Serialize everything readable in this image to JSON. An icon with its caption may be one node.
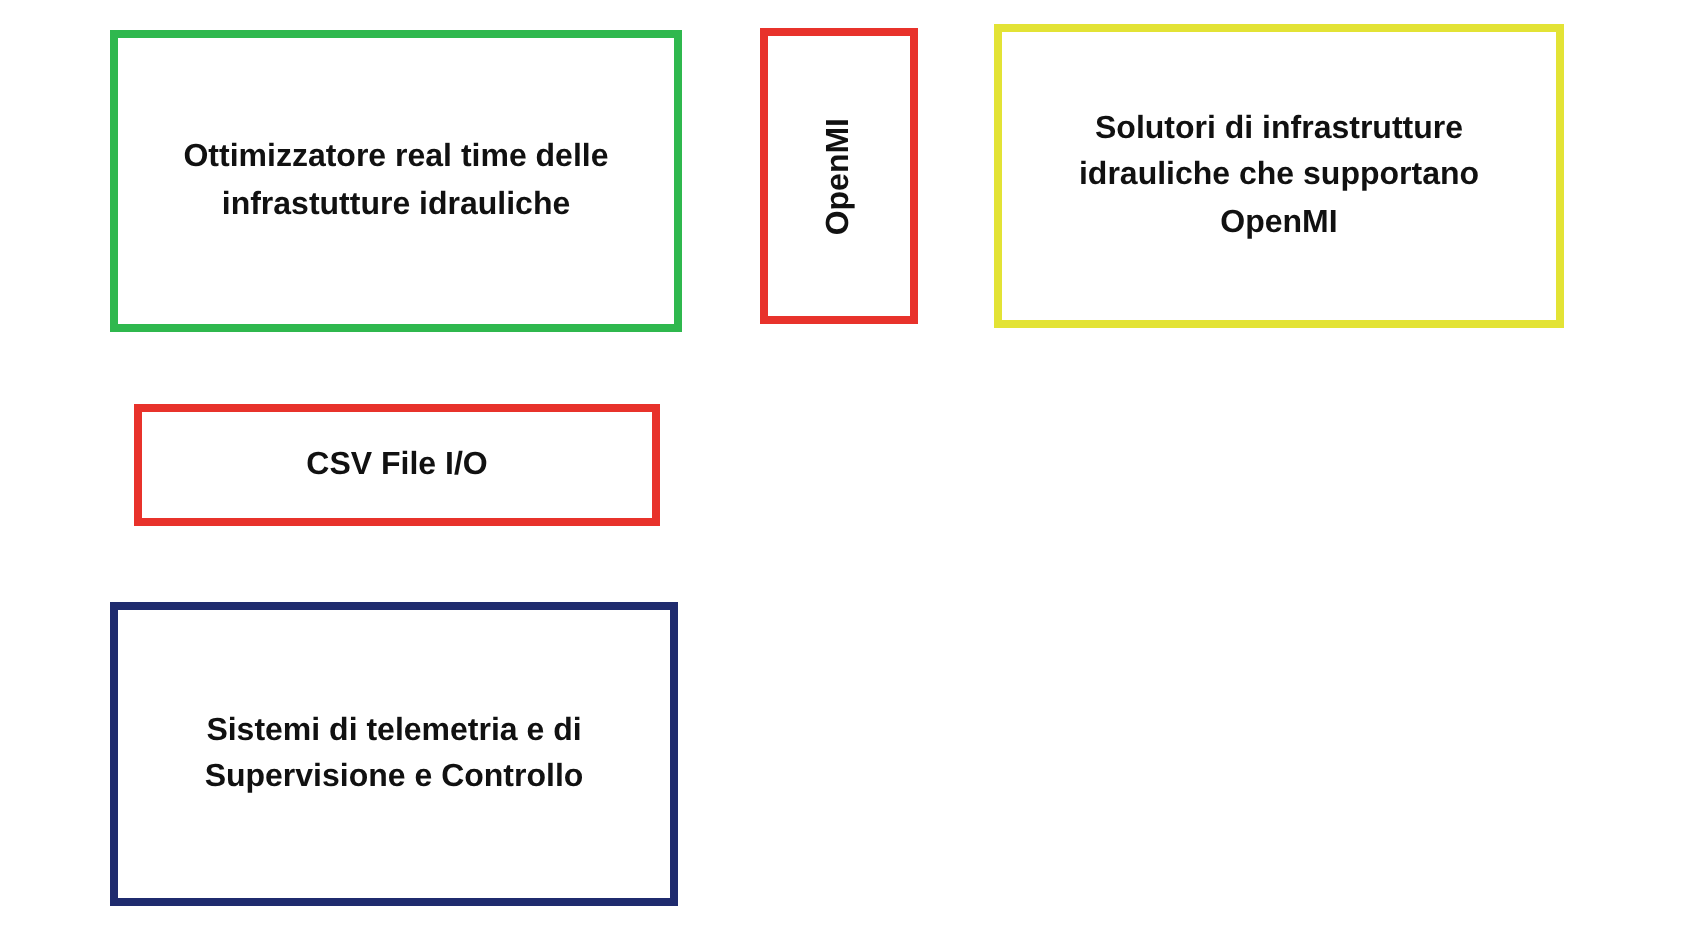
{
  "diagram": {
    "nodes": [
      {
        "text": [
          "Ottimizzatore real time delle infrastutture idrauliche"
        ]
      },
      {
        "text": [
          "OpenMI"
        ]
      },
      {
        "text": [
          "Solutori di infrastrutture idrauliche che supportano OpenMI"
        ]
      },
      {
        "text": [
          "CSV File I/O"
        ]
      },
      {
        "text": [
          "Sistemi di telemetria e di Supervisione e Controllo"
        ]
      }
    ]
  }
}
